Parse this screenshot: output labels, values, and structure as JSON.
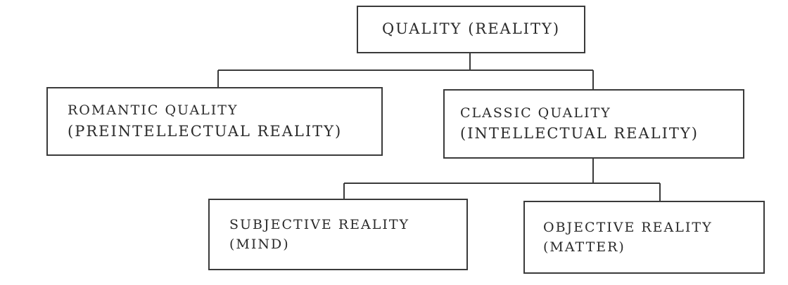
{
  "root": {
    "label": "QUALITY (REALITY)"
  },
  "romantic": {
    "line1": "ROMANTIC QUALITY",
    "line2": "(PREINTELLECTUAL REALITY)"
  },
  "classic": {
    "line1": "CLASSIC QUALITY",
    "line2": "(INTELLECTUAL REALITY)"
  },
  "subjective": {
    "line1": "SUBJECTIVE REALITY",
    "line2": "(MIND)"
  },
  "objective": {
    "line1": "OBJECTIVE REALITY",
    "line2": "(MATTER)"
  },
  "style": {
    "line_color": "#3a3a3a",
    "text_color": "#2a2a2a",
    "background": "#ffffff"
  }
}
